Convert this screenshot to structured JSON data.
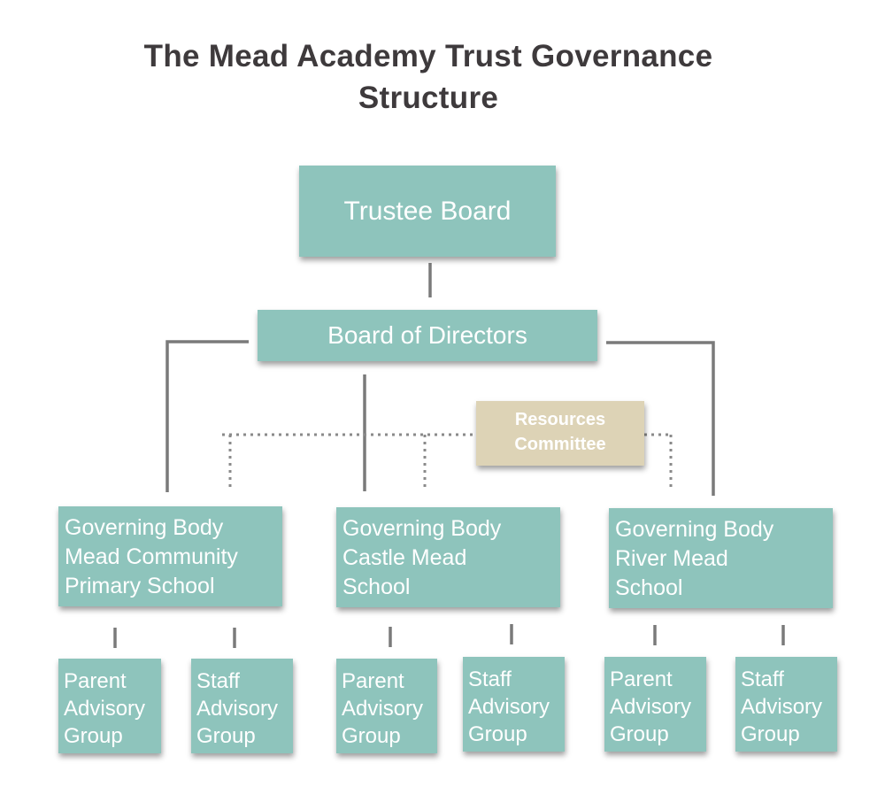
{
  "title": {
    "line1": "The Mead Academy Trust Governance",
    "line2": "Structure"
  },
  "colors": {
    "box_fill": "#8ec4bc",
    "committee_fill": "#ddd3b6",
    "connector": "#7a7a7a",
    "title_text": "#3e3a3c"
  },
  "nodes": {
    "trustee_board": "Trustee Board",
    "board_of_directors": "Board of Directors",
    "resources_committee": "Resources\nCommittee",
    "governing_bodies": [
      "Governing Body\nMead Community\nPrimary School",
      "Governing Body\nCastle Mead\nSchool",
      "Governing Body\nRiver Mead\nSchool"
    ],
    "advisory_groups": [
      "Parent\nAdvisory\nGroup",
      "Staff\nAdvisory\nGroup",
      "Parent\nAdvisory\nGroup",
      "Staff\nAdvisory\nGroup",
      "Parent\nAdvisory\nGroup",
      "Staff\nAdvisory\nGroup"
    ]
  },
  "edges": [
    {
      "from": "Trustee Board",
      "to": "Board of Directors",
      "style": "solid"
    },
    {
      "from": "Board of Directors",
      "to": "Governing Body Mead Community Primary School",
      "style": "solid"
    },
    {
      "from": "Board of Directors",
      "to": "Governing Body Castle Mead School",
      "style": "solid"
    },
    {
      "from": "Board of Directors",
      "to": "Governing Body River Mead School",
      "style": "solid"
    },
    {
      "from": "Resources Committee",
      "to": "Governing Body Mead Community Primary School",
      "style": "dotted"
    },
    {
      "from": "Resources Committee",
      "to": "Governing Body Castle Mead School",
      "style": "dotted"
    },
    {
      "from": "Resources Committee",
      "to": "Governing Body River Mead School",
      "style": "dotted"
    },
    {
      "from": "Governing Body Mead Community Primary School",
      "to": "Parent Advisory Group",
      "style": "solid"
    },
    {
      "from": "Governing Body Mead Community Primary School",
      "to": "Staff Advisory Group",
      "style": "solid"
    },
    {
      "from": "Governing Body Castle Mead School",
      "to": "Parent Advisory Group",
      "style": "solid"
    },
    {
      "from": "Governing Body Castle Mead School",
      "to": "Staff Advisory Group",
      "style": "solid"
    },
    {
      "from": "Governing Body River Mead School",
      "to": "Parent Advisory Group",
      "style": "solid"
    },
    {
      "from": "Governing Body River Mead School",
      "to": "Staff Advisory Group",
      "style": "solid"
    }
  ]
}
